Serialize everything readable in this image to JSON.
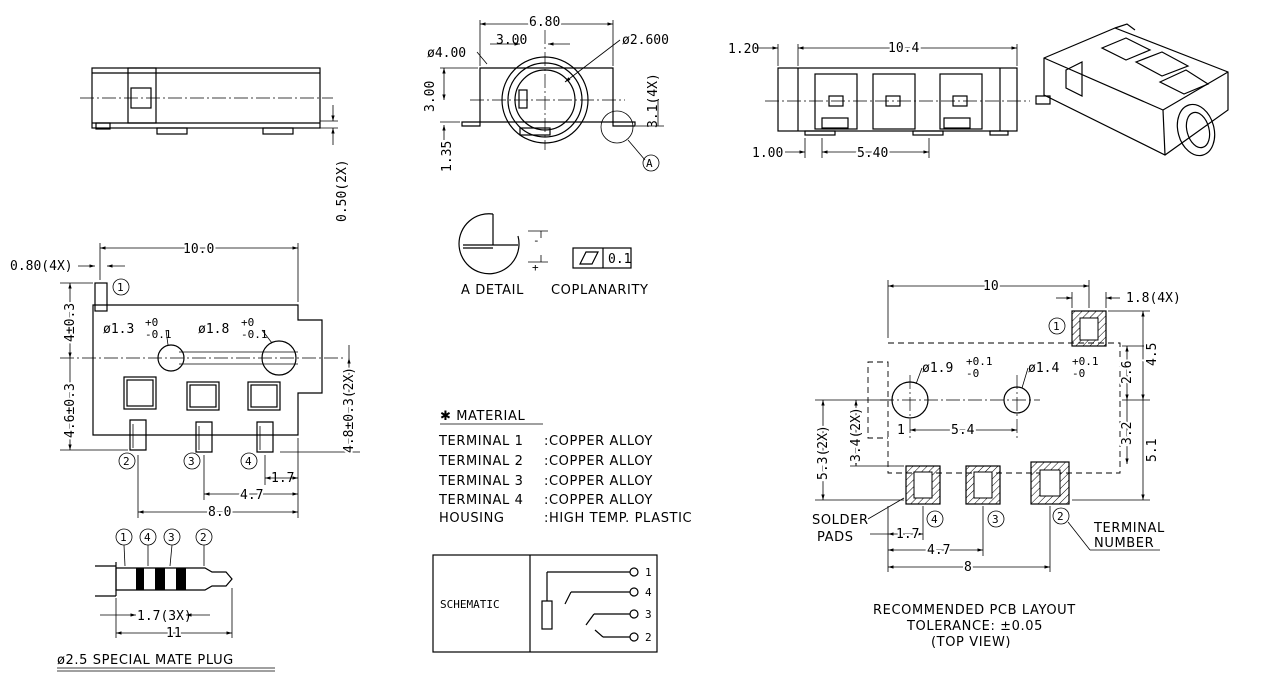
{
  "dims": {
    "side_top_050": "0.50(2X)",
    "front_680": "6.80",
    "front_300": "3.00",
    "front_phi400": "ø4.00",
    "front_phi2600": "ø2.600",
    "front_v300": "3.00",
    "front_31": "3.1(4X)",
    "front_135": "1.35",
    "front_A": "A",
    "top_120": "1.20",
    "top_104": "10.4",
    "top_100": "1.00",
    "top_540": "5.40",
    "plan_100": "10.0",
    "plan_080": "0.80(4X)",
    "plan_4": "4±0.3",
    "plan_46": "4.6±0.3",
    "plan_48": "4.8±0.3(2X)",
    "plan_13": "ø1.3",
    "plan_13_tol_up": "+0",
    "plan_13_tol_dn": "-0.1",
    "plan_18": "ø1.8",
    "plan_18_tol_up": "+0",
    "plan_18_tol_dn": "-0.1",
    "plan_17": "1.7",
    "plan_47": "4.7",
    "plan_80": "8.0",
    "plug_17": "1.7(3X)",
    "plug_11": "11",
    "pcb_10": "10",
    "pcb_18": "1.8(4X)",
    "pcb_45": "4.5",
    "pcb_26": "2.6",
    "pcb_32": "3.2",
    "pcb_51": "5.1",
    "pcb_53": "5.3(2X)",
    "pcb_34": "3.4(2X)",
    "pcb_19": "ø1.9",
    "pcb_19_up": "+0.1",
    "pcb_19_dn": "-0",
    "pcb_14": "ø1.4",
    "pcb_14_up": "+0.1",
    "pcb_14_dn": "-0",
    "pcb_54": "5.4",
    "pcb_1": "1",
    "pcb_17": "1.7",
    "pcb_47": "4.7",
    "pcb_8": "8"
  },
  "terminals": [
    "1",
    "2",
    "3",
    "4"
  ],
  "labels": {
    "a_detail": "A DETAIL",
    "coplanarity": "COPLANARITY",
    "coplanarity_value": "0.1",
    "plug_title": "ø2.5 SPECIAL MATE PLUG",
    "solder": "SOLDER",
    "pads": "PADS",
    "terminal_number_1": "TERMINAL",
    "terminal_number_2": "NUMBER",
    "pcb_title_1": "RECOMMENDED PCB LAYOUT",
    "pcb_title_2": "TOLERANCE: ±0.05",
    "pcb_title_3": "(TOP VIEW)",
    "schematic": "SCHEMATIC"
  },
  "material": {
    "title": "✱ MATERIAL",
    "rows": [
      {
        "name": "TERMINAL 1",
        "value": ":COPPER ALLOY"
      },
      {
        "name": "TERMINAL 2",
        "value": ":COPPER ALLOY"
      },
      {
        "name": "TERMINAL 3",
        "value": ":COPPER ALLOY"
      },
      {
        "name": "TERMINAL 4",
        "value": ":COPPER ALLOY"
      },
      {
        "name": "HOUSING",
        "value": ":HIGH TEMP. PLASTIC"
      }
    ]
  },
  "schematic_pins": [
    "1",
    "4",
    "3",
    "2"
  ]
}
